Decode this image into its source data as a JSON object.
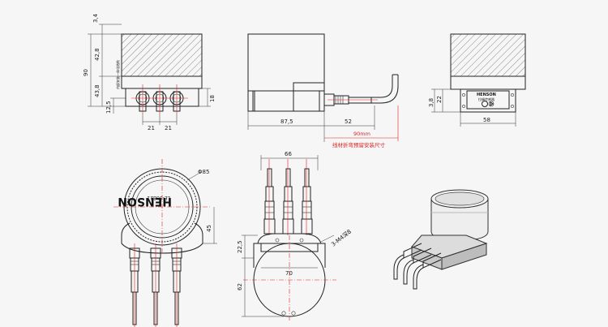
{
  "dims": {
    "top_height": "3,4",
    "upper_block": "42,8",
    "total_height": "90",
    "lower_block": "43,8",
    "block_step": "18",
    "connector_offset": "12,5",
    "pitch_left": "21",
    "pitch_right": "21",
    "side_right": "18",
    "front_width": "87,5",
    "cable_length": "52",
    "cable_min": "90mm",
    "right_h1": "3,8",
    "right_h2": "22",
    "right_width": "58",
    "top_width": "66",
    "diameter": "Φ85",
    "radius_45": "45",
    "mount_width": "70",
    "height_22": "22,5",
    "height_62": "62",
    "hole_spec": "3-M4深8"
  },
  "labels": {
    "cable_note": "线材折弯预留安装尺寸",
    "side_vertical_note": "内部安装一体化结构",
    "brand": "HENSON",
    "model": "LE-50B21",
    "plate_brand": "HENSON",
    "plate_text": "拉绳传感器"
  }
}
